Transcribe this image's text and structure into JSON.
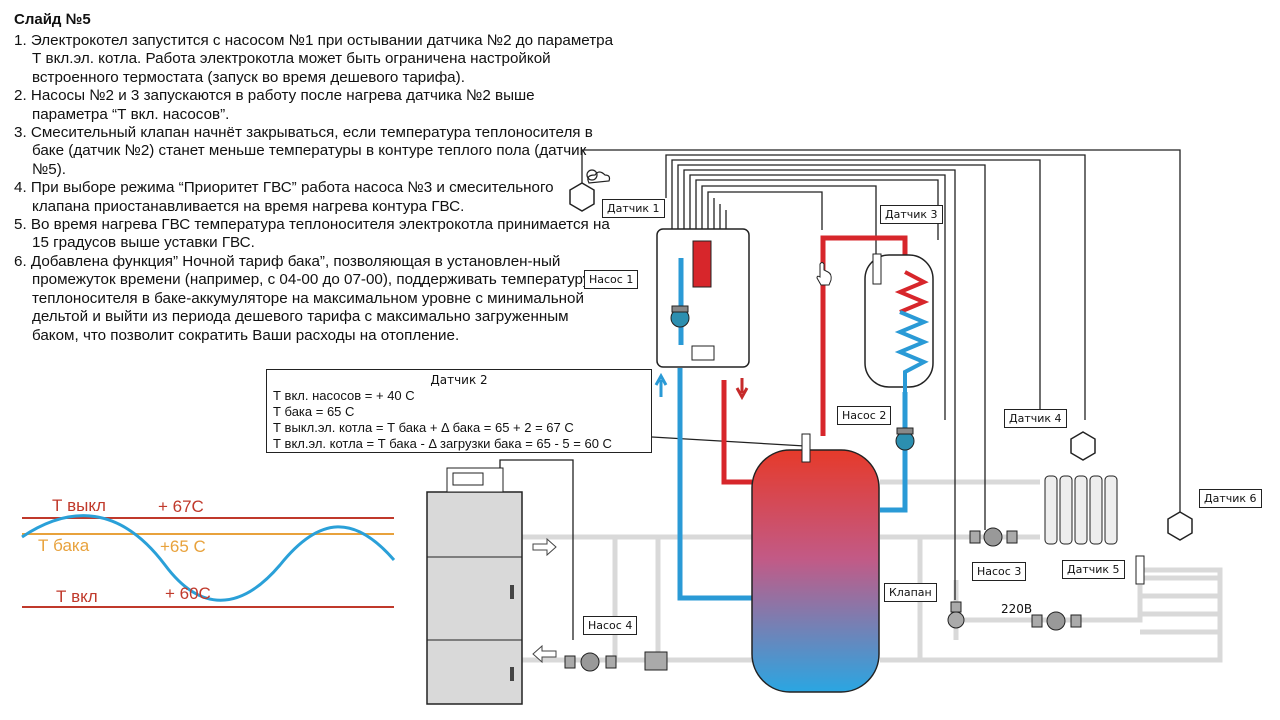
{
  "slide": {
    "title": "Слайд №5",
    "steps": [
      "1. Электрокотел запустится с насосом №1 при остывании датчика №2 до параметра Т вкл.эл. котла. Работа электрокотла может быть ограничена настройкой встроенного термостата (запуск во время дешевого тарифа).",
      "2. Насосы №2 и 3 запускаются в работу после нагрева датчика №2 выше параметра “Т вкл. насосов”.",
      "3. Смесительный клапан начнёт закрываться, если температура теплоносителя в баке (датчик №2) станет меньше температуры в контуре теплого пола (датчик №5).",
      "4. При выборе режима “Приоритет ГВС” работа насоса №3 и смесительного клапана приостанавливается на время нагрева контура ГВС.",
      "5. Во время нагрева ГВС температура теплоносителя электрокотла принимается на 15 градусов выше уставки ГВС.",
      "6. Добавлена функция” Ночной тариф бака”, позволяющая в установлен-ный промежуток времени (например, с 04-00 до 07-00), поддерживать температуру теплоносителя в баке-аккумуляторе на максимальном уровне с минимальной дельтой и выйти из периода дешевого тарифа с максимально загруженным баком, что позволит сократить Ваши расходы на отопление."
    ]
  },
  "sensor2_box": {
    "title": "Датчик 2",
    "lines": [
      "Т вкл. насосов = + 40 С",
      "Т бака = 65 С",
      "Т выкл.эл. котла = Т бака + Δ бака = 65 + 2 = 67 С",
      "Т вкл.эл. котла = Т бака - Δ загрузки бака = 65 - 5 = 60 С"
    ]
  },
  "labels": {
    "sensor1": "Датчик 1",
    "sensor3": "Датчик 3",
    "sensor4": "Датчик 4",
    "sensor5": "Датчик 5",
    "sensor6": "Датчик 6",
    "pump1": "Насос 1",
    "pump2": "Насос 2",
    "pump3": "Насос 3",
    "pump4": "Насос 4",
    "valve": "Клапан",
    "voltage": "220В"
  },
  "wave": {
    "t_off_label": "Т выкл",
    "t_off_value": "+ 67С",
    "t_tank_label": "Т бака",
    "t_tank_value": "+65 С",
    "t_on_label": "Т вкл",
    "t_on_value": "+ 60С"
  },
  "colors": {
    "hot": "#d7262b",
    "cold": "#2a9ad6",
    "pipe_gray": "#d6d6d6",
    "wave_red_line": "#c0392b",
    "wave_orange_line": "#e8a23c",
    "wave_blue": "#2aa0d8",
    "pump_teal": "#2c8fb0"
  },
  "icons": [
    "sun-cloud-icon",
    "hand-cursor-icon",
    "arrow-up-icon",
    "arrow-down-icon",
    "arrow-right-icon",
    "arrow-left-icon"
  ]
}
